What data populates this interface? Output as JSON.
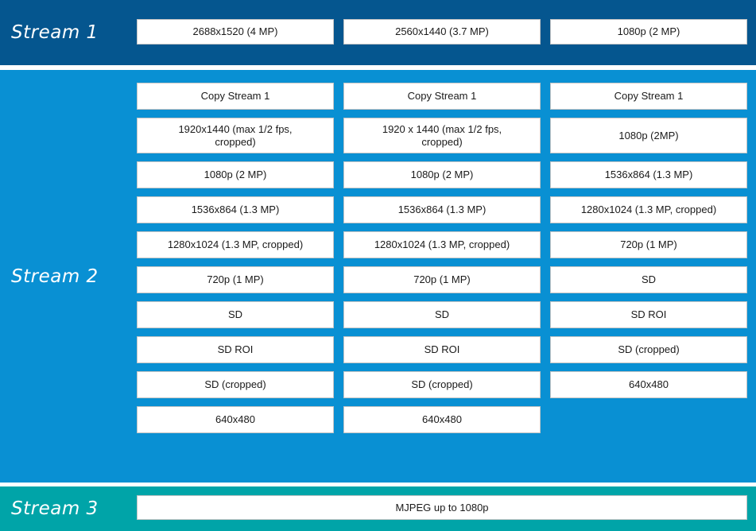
{
  "streams": [
    {
      "label": "Stream 1",
      "options": [
        "2688x1520 (4 MP)",
        "2560x1440 (3.7 MP)",
        "1080p (2 MP)"
      ]
    },
    {
      "label": "Stream 2",
      "columns": [
        [
          "Copy Stream 1",
          "1920x1440 (max 1/2 fps, cropped)",
          "1080p (2 MP)",
          "1536x864 (1.3 MP)",
          "1280x1024 (1.3 MP, cropped)",
          "720p (1 MP)",
          "SD",
          "SD ROI",
          "SD (cropped)",
          "640x480"
        ],
        [
          "Copy Stream 1",
          "1920 x 1440 (max 1/2 fps, cropped)",
          "1080p (2 MP)",
          "1536x864 (1.3 MP)",
          "1280x1024 (1.3 MP, cropped)",
          "720p (1 MP)",
          "SD",
          "SD ROI",
          "SD (cropped)",
          "640x480"
        ],
        [
          "Copy Stream 1",
          "1080p (2MP)",
          "1536x864 (1.3 MP)",
          "1280x1024 (1.3 MP, cropped)",
          "720p (1 MP)",
          "SD",
          "SD ROI",
          "SD (cropped)",
          "640x480"
        ]
      ]
    },
    {
      "label": "Stream 3",
      "options": [
        "MJPEG up to 1080p"
      ]
    }
  ],
  "colors": {
    "page_bg": "#ffffff",
    "stream1_bg": "#05568f",
    "stream2_bg": "#0990d3",
    "stream3_bg": "#00a4a8",
    "box_bg": "#ffffff",
    "box_border": "#c4c4c4",
    "box_text": "#1a1a1a",
    "label_text": "#ffffff"
  }
}
